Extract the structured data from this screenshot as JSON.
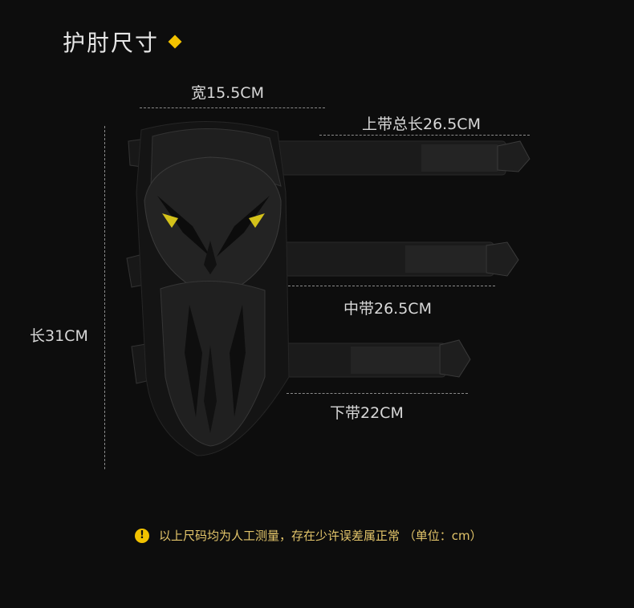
{
  "title": "护肘尺寸",
  "dimensions": {
    "width": "宽15.5CM",
    "upper_strap": "上带总长26.5CM",
    "middle_strap": "中带26.5CM",
    "lower_strap": "下带22CM",
    "length": "长31CM"
  },
  "note": "以上尺码均为人工测量，存在少许误差属正常 （单位：cm）",
  "icons": {
    "title_marker": "diamond-icon",
    "note_marker": "warning-icon"
  },
  "colors": {
    "background": "#0d0d0d",
    "accent": "#f2c200",
    "guard_highlight": "#d4c21a"
  }
}
